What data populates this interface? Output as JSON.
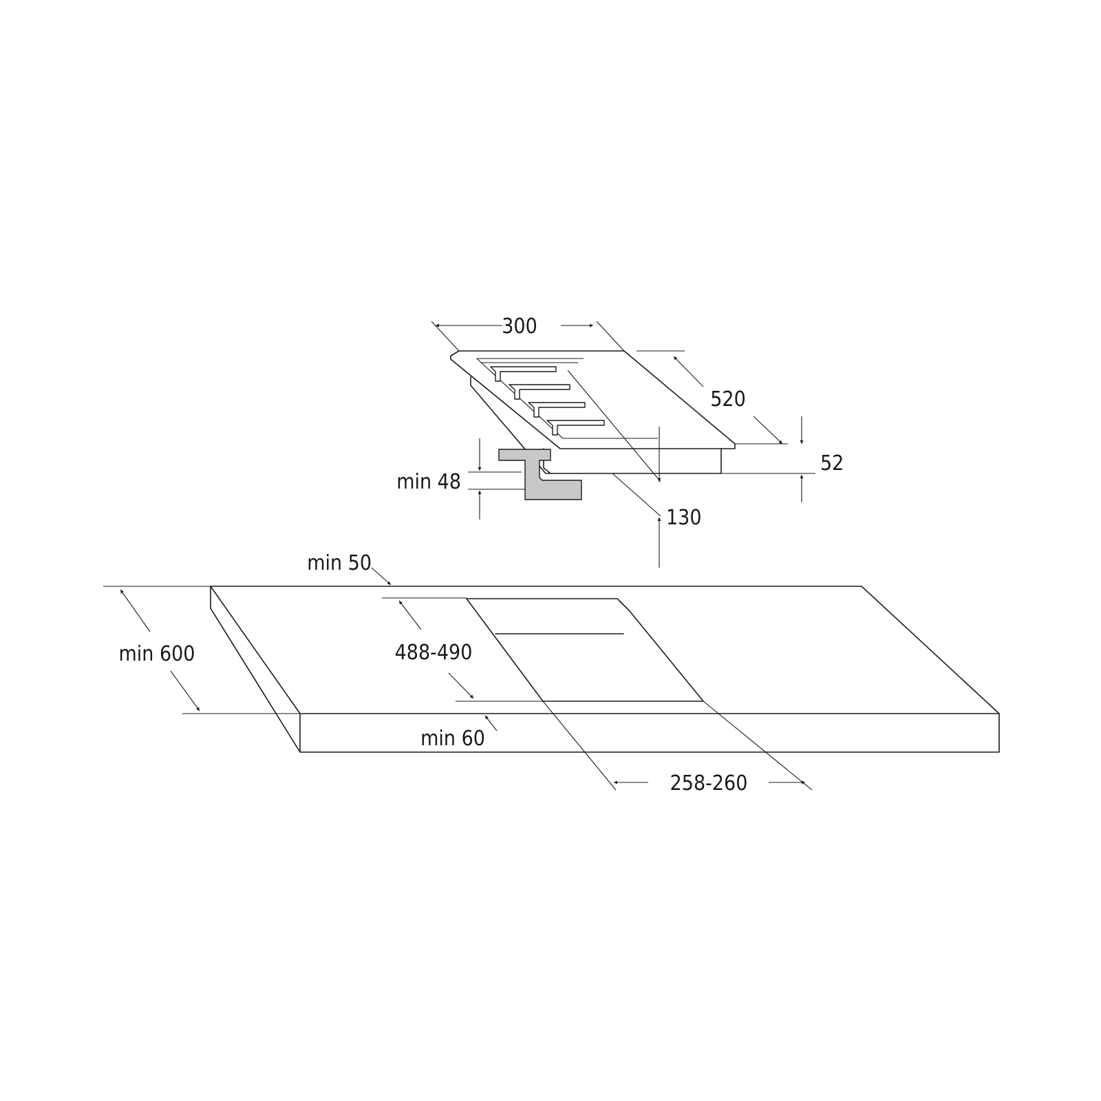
{
  "hob_dimensions": {
    "width": "300",
    "depth": "520",
    "height": "52",
    "distance_below": "130",
    "clearance_under": "min 48"
  },
  "worktop_dimensions": {
    "back_clearance": "min 50",
    "worktop_depth": "min 600",
    "cutout_depth": "488-490",
    "front_clearance": "min 60",
    "cutout_width": "258-260"
  },
  "colors": {
    "line": "#1a1a1a",
    "bracket_fill": "#c8c8c8",
    "background": "#ffffff"
  }
}
